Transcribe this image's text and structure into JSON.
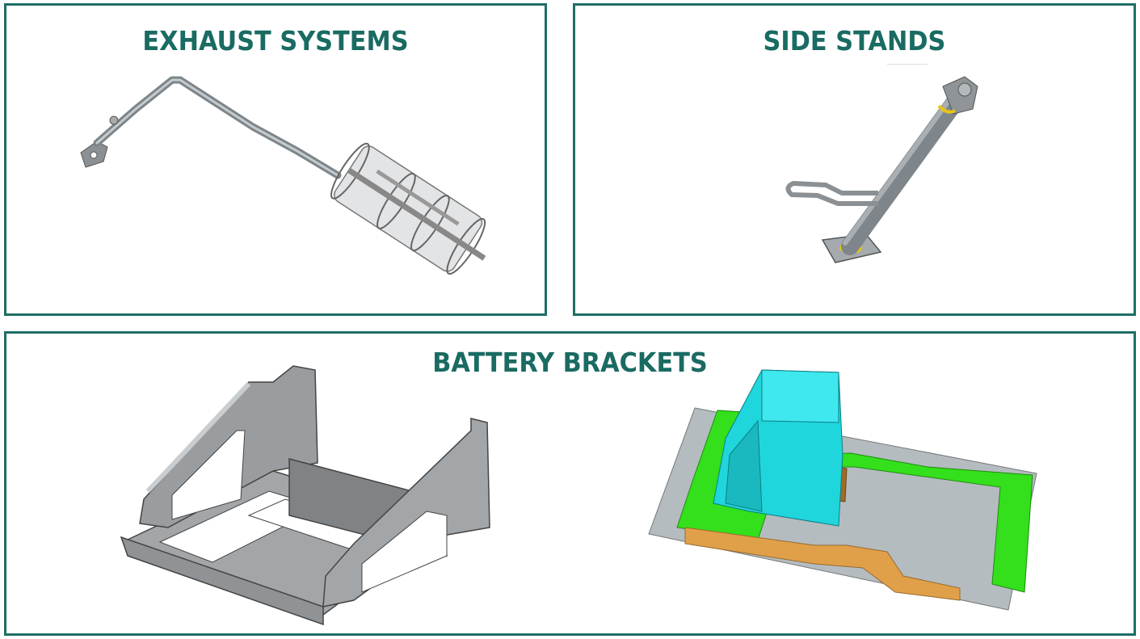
{
  "panels": [
    {
      "id": "exhaust",
      "title": "EXHAUST SYSTEMS",
      "image": "exhaust-system-cad-render"
    },
    {
      "id": "side-stands",
      "title": "SIDE STANDS",
      "image": "side-stand-cad-render"
    },
    {
      "id": "battery",
      "title": "BATTERY BRACKETS",
      "images": [
        "battery-bracket-grey-cad-render",
        "battery-bracket-assembly-color-cad-render"
      ]
    }
  ],
  "colors": {
    "border": "#1e6e64",
    "title": "#1a6b62",
    "steel": "#8c9296",
    "cyan": "#1fd6dc",
    "green": "#33e01b",
    "orange": "#e0a04a",
    "plate": "#b4bcc0"
  }
}
